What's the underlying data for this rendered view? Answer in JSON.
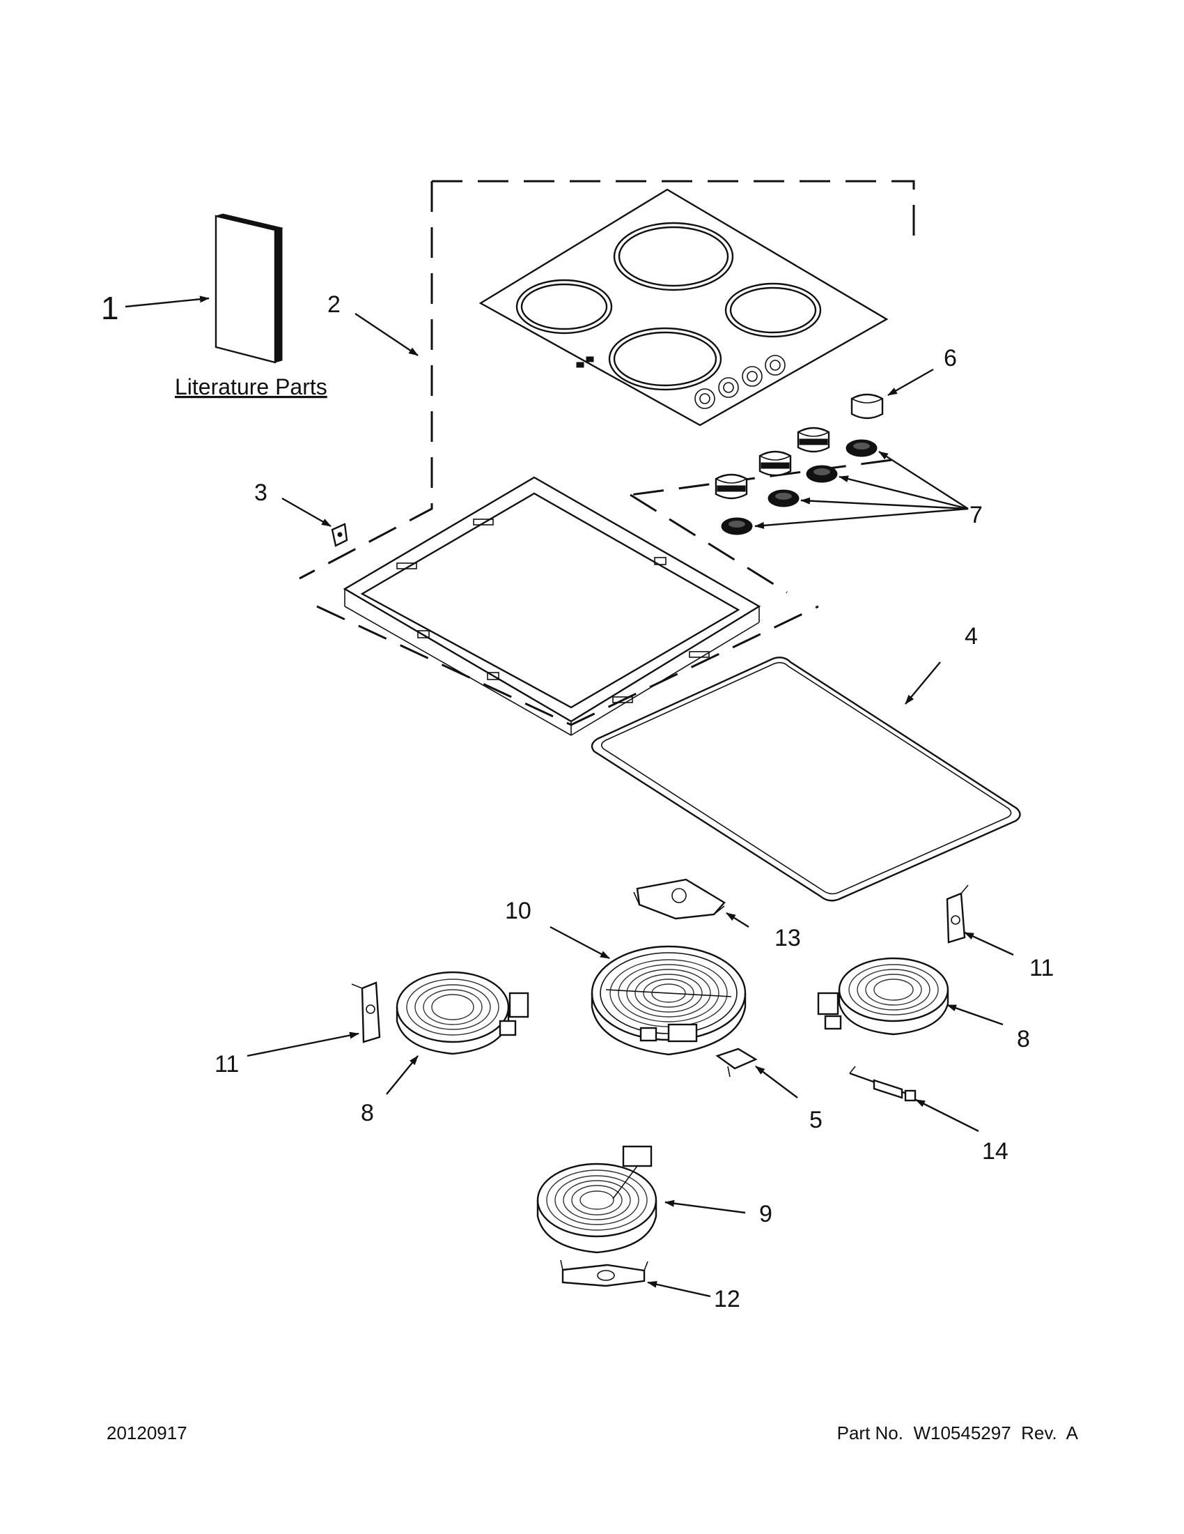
{
  "literature": {
    "label": "Literature Parts"
  },
  "callouts": {
    "c1": "1",
    "c2": "2",
    "c3": "3",
    "c4": "4",
    "c5": "5",
    "c6": "6",
    "c7": "7",
    "c8a": "8",
    "c8b": "8",
    "c9": "9",
    "c10": "10",
    "c11a": "11",
    "c11b": "11",
    "c12": "12",
    "c13": "13",
    "c14": "14"
  },
  "footer": {
    "date": "20120917",
    "part_no": "Part No.  W10545297  Rev.  A"
  },
  "colors": {
    "ink": "#111111",
    "background": "#ffffff"
  }
}
